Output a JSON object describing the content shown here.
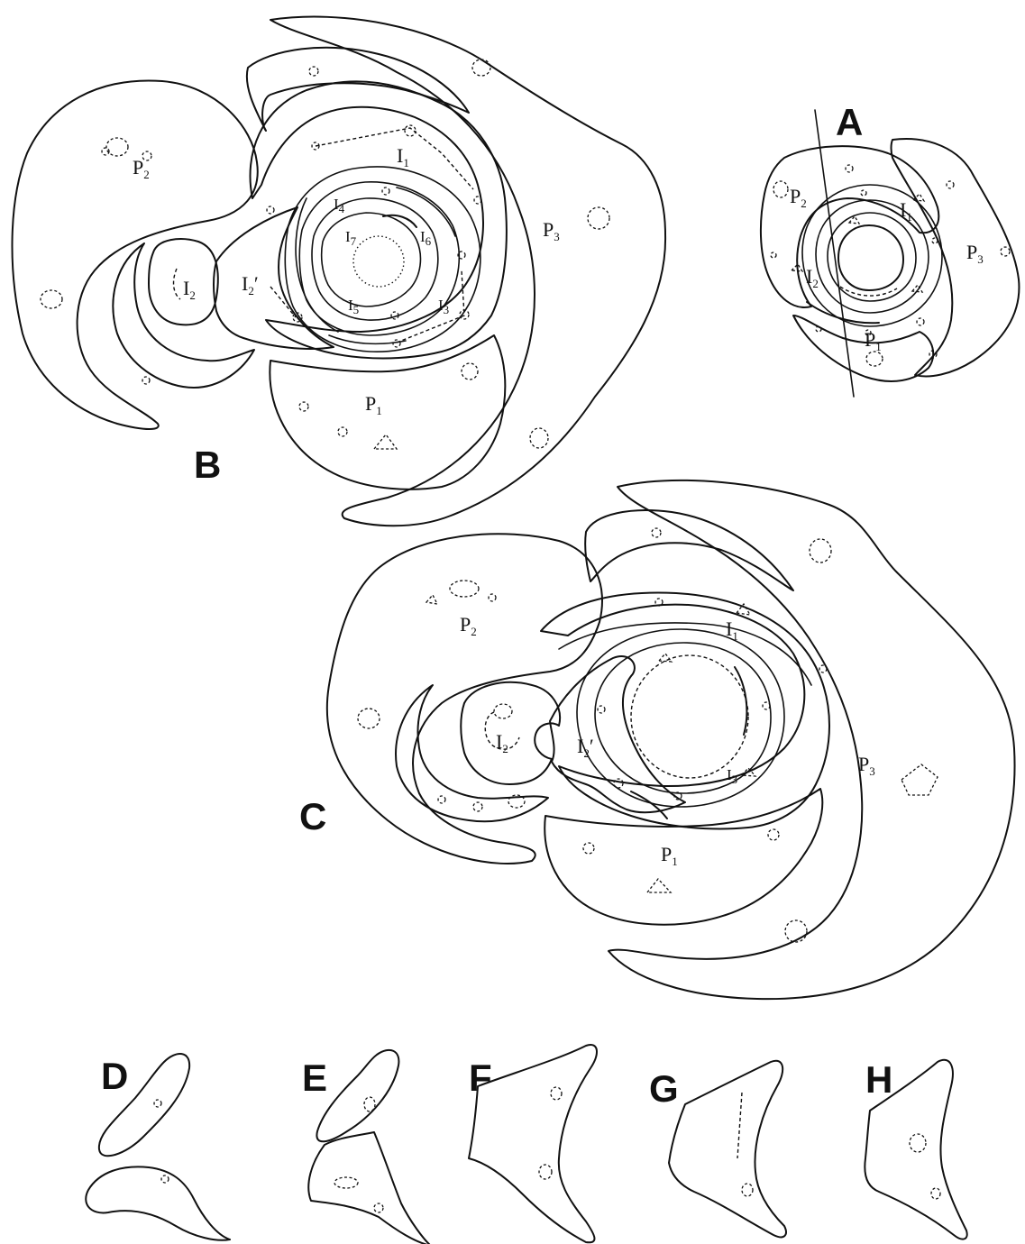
{
  "panels": {
    "A": "A",
    "B": "B",
    "C": "C",
    "D": "D",
    "E": "E",
    "F": "F",
    "G": "G",
    "H": "H"
  },
  "labels": {
    "A": {
      "p2": {
        "base": "P",
        "sub": "2"
      },
      "p3": {
        "base": "P",
        "sub": "3"
      },
      "p1": {
        "base": "P",
        "sub": "1"
      },
      "i1": {
        "base": "I",
        "sub": "1"
      },
      "i2": {
        "base": "I",
        "sub": "2"
      }
    },
    "B": {
      "p1": {
        "base": "P",
        "sub": "1"
      },
      "p2": {
        "base": "P",
        "sub": "2"
      },
      "p3": {
        "base": "P",
        "sub": "3"
      },
      "i1": {
        "base": "I",
        "sub": "1"
      },
      "i2": {
        "base": "I",
        "sub": "2"
      },
      "i2p": {
        "base": "I",
        "sub": "2",
        "mark": "′"
      },
      "i3": {
        "base": "I",
        "sub": "3"
      },
      "i4": {
        "base": "I",
        "sub": "4"
      },
      "i5": {
        "base": "I",
        "sub": "5"
      },
      "i6": {
        "base": "I",
        "sub": "6"
      },
      "i7": {
        "base": "I",
        "sub": "7"
      }
    },
    "C": {
      "p1": {
        "base": "P",
        "sub": "1"
      },
      "p2": {
        "base": "P",
        "sub": "2"
      },
      "p3": {
        "base": "P",
        "sub": "3"
      },
      "i1": {
        "base": "I",
        "sub": "1"
      },
      "i2": {
        "base": "I",
        "sub": "2"
      },
      "i2p": {
        "base": "I",
        "sub": "2",
        "mark": "′"
      },
      "i3": {
        "base": "I",
        "sub": "3"
      }
    }
  }
}
